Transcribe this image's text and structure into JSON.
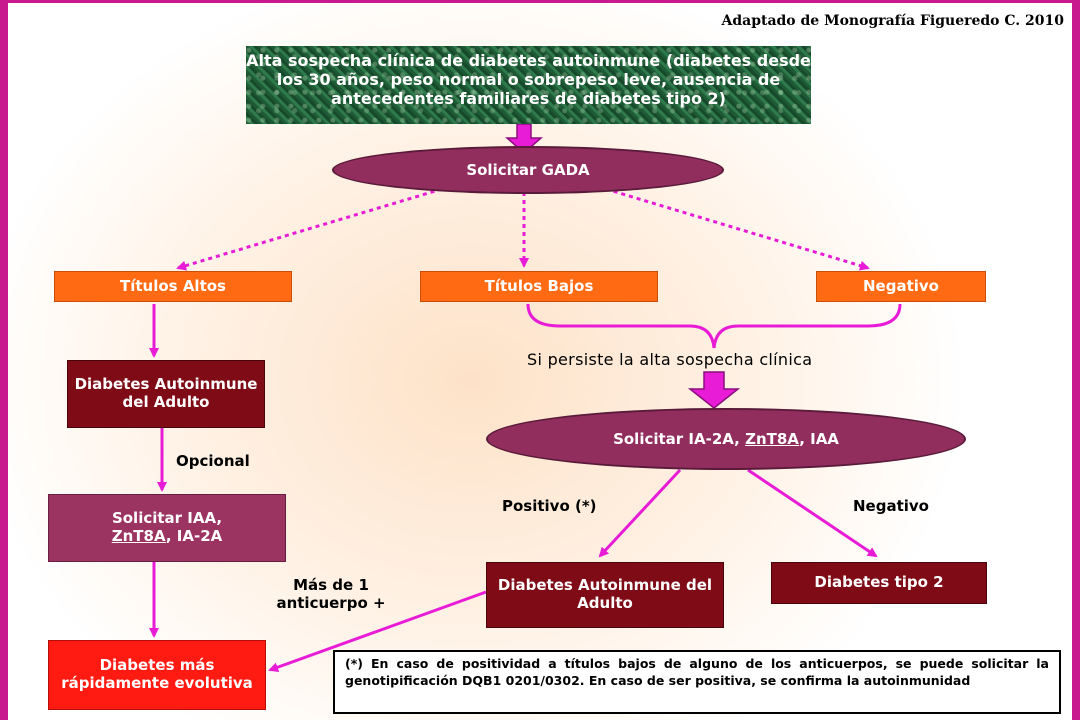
{
  "source": "Adaptado de Monografía Figueredo C. 2010",
  "nodes": {
    "suspicion": "Alta sospecha clínica de diabetes autoinmune (diabetes desde los 30 años, peso normal o sobrepeso leve, ausencia de antecedentes familiares de diabetes tipo 2)",
    "gada": "Solicitar GADA",
    "high_titers": "Títulos Altos",
    "low_titers": "Títulos Bajos",
    "negative_top": "Negativo",
    "dal_left": "Diabetes Autoinmune del Adulto",
    "request_iaa_prefix": "Solicitar IAA,",
    "request_iaa_znt8a": "ZnT8A",
    "request_iaa_suffix": ", IA-2A",
    "rapid": "Diabetes más rápidamente evolutiva",
    "request_ia2a_prefix": "Solicitar IA-2A, ",
    "request_ia2a_znt8a": "ZnT8A",
    "request_ia2a_suffix": ", IAA",
    "dal_right": "Diabetes Autoinmune del Adulto",
    "type2": "Diabetes tipo 2"
  },
  "labels": {
    "persist": "Si persiste la alta sospecha clínica",
    "optional": "Opcional",
    "more_than_one": "Más de 1 anticuerpo +",
    "positive": "Positivo (*)",
    "negative": "Negativo"
  },
  "footnote": "(*) En caso de positividad a títulos bajos de alguno de los anticuerpos, se puede solicitar la genotipificación DQB1 0201/0302. En caso de ser positiva, se confirma la autoinmunidad",
  "colors": {
    "frame": "#c8198f",
    "arrow": "#e81cd6",
    "ellipse": "#922e5e",
    "orange": "#ff6a13",
    "maroon": "#7e0b16",
    "plum": "#9c3462",
    "red": "#ff1a12",
    "green": "#1d5a35"
  }
}
